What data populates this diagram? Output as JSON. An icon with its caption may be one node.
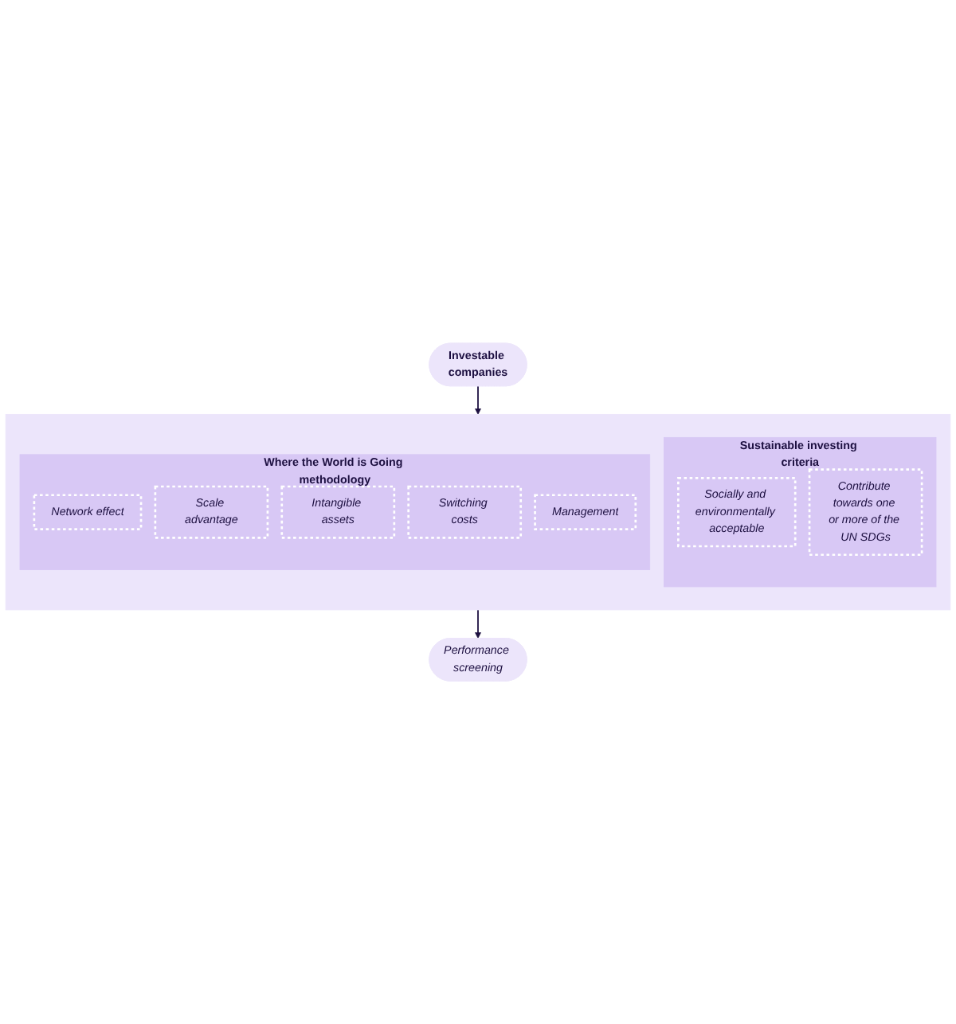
{
  "diagram": {
    "nodes": [
      {
        "text": [
          "Investable companies"
        ]
      },
      {
        "text": [],
        "shape": "box"
      },
      {
        "text": [
          "Sustainable investing criteria"
        ],
        "in": 1
      },
      {
        "text": [
          "Socially and environmentally acceptable"
        ],
        "in": 2
      },
      {
        "text": [
          "Contribute towards one or more of the UN SDGs"
        ],
        "in": 2
      },
      {
        "text": [
          "Where the World is Going methodology"
        ],
        "in": 1
      },
      {
        "text": [
          "Network effect"
        ],
        "in": 5
      },
      {
        "text": [
          "Scale advantage"
        ],
        "in": 5
      },
      {
        "text": [
          "Intangible assets"
        ],
        "in": 5
      },
      {
        "text": [
          "Switching costs"
        ],
        "in": 5
      },
      {
        "text": [
          "Management"
        ],
        "in": 5
      },
      {
        "text": [
          "Performance screening"
        ]
      }
    ],
    "edges": [
      {
        "from": 0,
        "to": 1,
        "arrow": "to"
      },
      {
        "from": 1,
        "to": 11,
        "arrow": "to"
      }
    ]
  }
}
